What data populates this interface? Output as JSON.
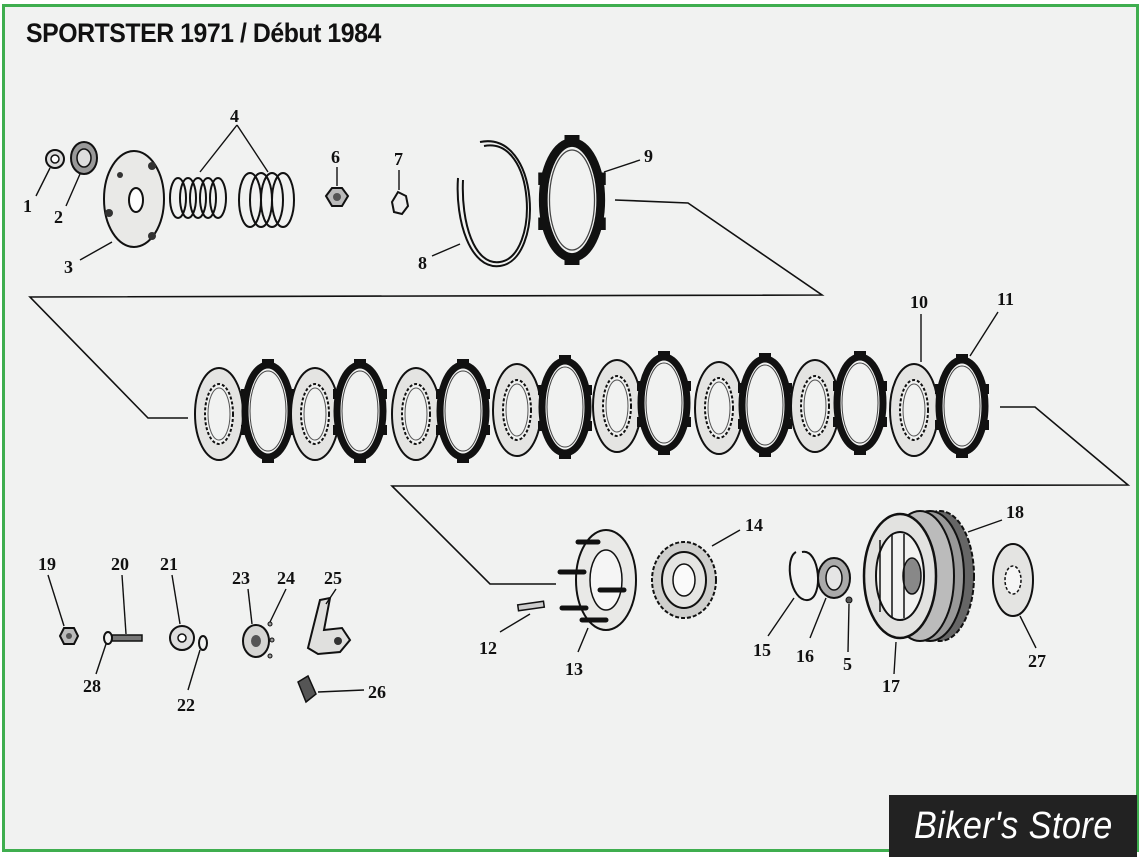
{
  "title": "SPORTSTER 1971 / Début 1984",
  "logo_text": "Biker's Store",
  "colors": {
    "frame_border": "#3fae4f",
    "background": "#f1f2f1",
    "ink": "#111111",
    "logo_bg": "#222222"
  },
  "callouts": [
    "1",
    "2",
    "3",
    "4",
    "5",
    "6",
    "7",
    "8",
    "9",
    "10",
    "11",
    "12",
    "13",
    "14",
    "15",
    "16",
    "17",
    "18",
    "19",
    "20",
    "21",
    "22",
    "23",
    "24",
    "25",
    "26",
    "27",
    "28"
  ]
}
